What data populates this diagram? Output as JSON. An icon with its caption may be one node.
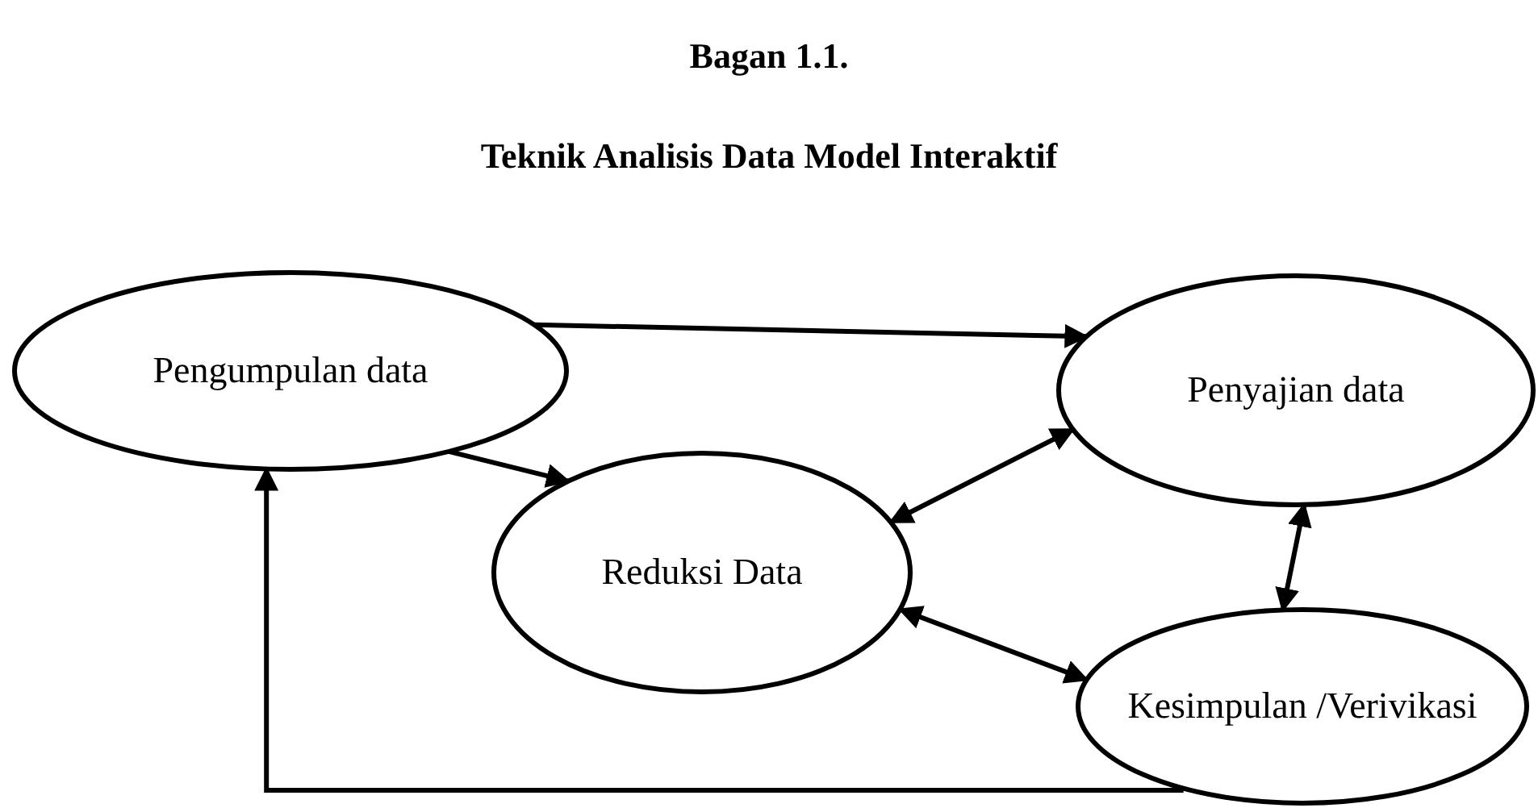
{
  "diagram": {
    "title": "Bagan 1.1.",
    "caption": "Teknik Analisis Data Model Interaktif",
    "nodes": [
      {
        "text": [
          "Pengumpulan data"
        ]
      },
      {
        "text": [
          "Penyajian data"
        ]
      },
      {
        "text": [
          "Reduksi Data"
        ]
      },
      {
        "text": [
          "Kesimpulan /Verivikasi"
        ]
      }
    ],
    "edges": [
      {
        "from": 0,
        "to": 1,
        "arrow": "to"
      },
      {
        "from": 0,
        "to": 2,
        "arrow": "to"
      },
      {
        "from": 2,
        "to": 1,
        "arrow": "both"
      },
      {
        "from": 1,
        "to": 3,
        "arrow": "both"
      },
      {
        "from": 2,
        "to": 3,
        "arrow": "both"
      },
      {
        "from": 3,
        "to": 0,
        "arrow": "to"
      }
    ]
  }
}
